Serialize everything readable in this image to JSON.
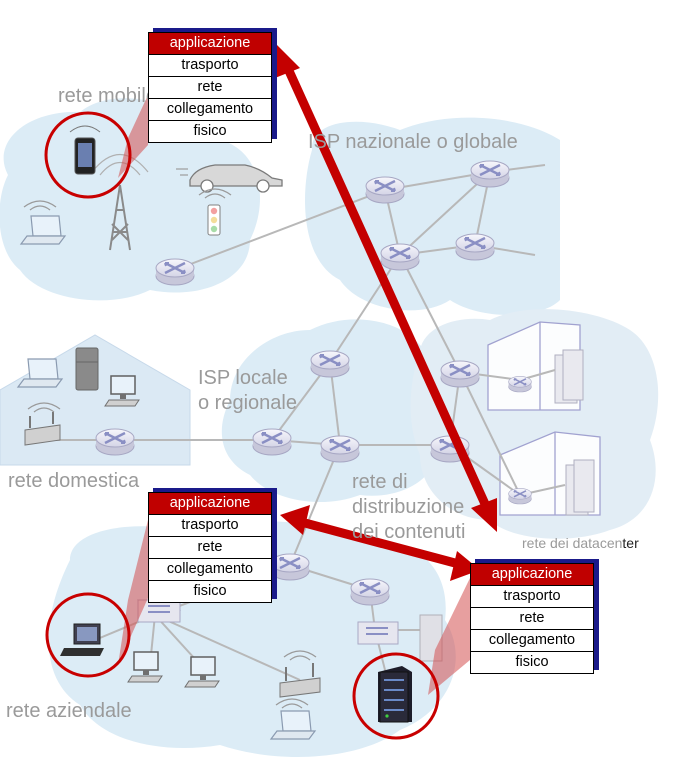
{
  "labels": {
    "mobile_net": "rete mobile",
    "national_isp": "ISP nazionale o globale",
    "local_isp_line1": "ISP locale",
    "local_isp_line2": "o regionale",
    "home_net": "rete domestica",
    "cdn_line1": "rete di",
    "cdn_line2": "distribuzione",
    "cdn_line3": "dei contenuti",
    "datacenter_a": "rete dei datacen",
    "datacenter_b": "ter",
    "enterprise_net": "rete aziendale"
  },
  "stacks": {
    "mobile": [
      "applicazione",
      "trasporto",
      "rete",
      "collegamento",
      "fisico"
    ],
    "enterprise": [
      "applicazione",
      "trasporto",
      "rete",
      "collegamento",
      "fisico"
    ],
    "server": [
      "applicazione",
      "trasporto",
      "rete",
      "collegamento",
      "fisico"
    ]
  },
  "colors": {
    "arrow": "#c40000",
    "highlight_circle": "#c80000",
    "cloud": "#dcecf6",
    "router": "#e9e9f3",
    "router_x": "#8a8fc4",
    "stack_top": "#c00000",
    "stack_shadow": "#1a1a8a"
  },
  "icons": [
    "smartphone-icon",
    "car-icon",
    "traffic-light-icon",
    "laptop-icon",
    "cell-tower-icon",
    "fridge-icon",
    "desktop-icon",
    "wifi-router-icon",
    "server-icon",
    "building-icon",
    "router-icon",
    "switch-icon"
  ]
}
